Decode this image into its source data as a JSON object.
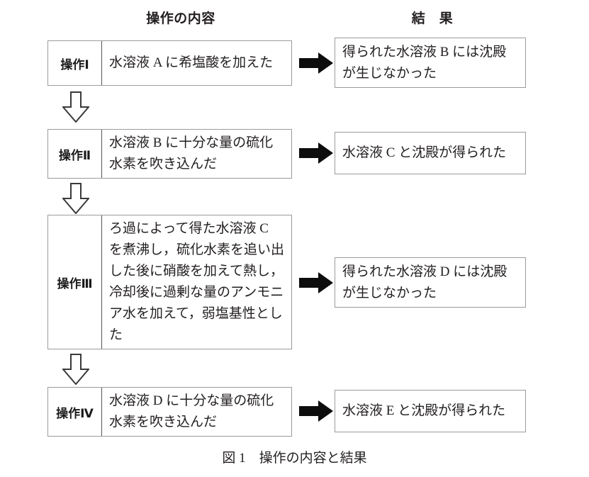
{
  "headers": {
    "operations": "操作の内容",
    "results": "結　果"
  },
  "rows": [
    {
      "label": "操作Ⅰ",
      "operation_lines": [
        "水溶液 A に希塩酸を加えた"
      ],
      "result_lines": [
        "得られた水溶液 B には沈殿",
        "が生じなかった"
      ],
      "arrow_right": "solid-right-arrow",
      "arrow_down": "hollow-down-arrow"
    },
    {
      "label": "操作Ⅱ",
      "operation_lines": [
        "水溶液 B に十分な量の硫化",
        "水素を吹き込んだ"
      ],
      "result_lines": [
        "水溶液 C と沈殿が得られた"
      ],
      "arrow_right": "solid-right-arrow",
      "arrow_down": "hollow-down-arrow"
    },
    {
      "label": "操作Ⅲ",
      "operation_lines": [
        "ろ過によって得た水溶液 C",
        "を煮沸し，硫化水素を追い出",
        "した後に硝酸を加えて熱し，",
        "冷却後に過剰な量のアンモニ",
        "ア水を加えて，弱塩基性とし",
        "た"
      ],
      "result_lines": [
        "得られた水溶液 D には沈殿",
        "が生じなかった"
      ],
      "arrow_right": "solid-right-arrow",
      "arrow_down": "hollow-down-arrow"
    },
    {
      "label": "操作Ⅳ",
      "operation_lines": [
        "水溶液 D に十分な量の硫化",
        "水素を吹き込んだ"
      ],
      "result_lines": [
        "水溶液 E と沈殿が得られた"
      ],
      "arrow_right": "solid-right-arrow",
      "arrow_down": null
    }
  ],
  "caption": "図 1　操作の内容と結果",
  "colors": {
    "text": "#231f20",
    "box_border": "#9b9b9b",
    "divider": "#555555",
    "arrow_solid_fill": "#0d0d0d",
    "arrow_hollow_fill": "#ffffff",
    "arrow_hollow_stroke": "#3a3a3a",
    "background": "#ffffff"
  }
}
